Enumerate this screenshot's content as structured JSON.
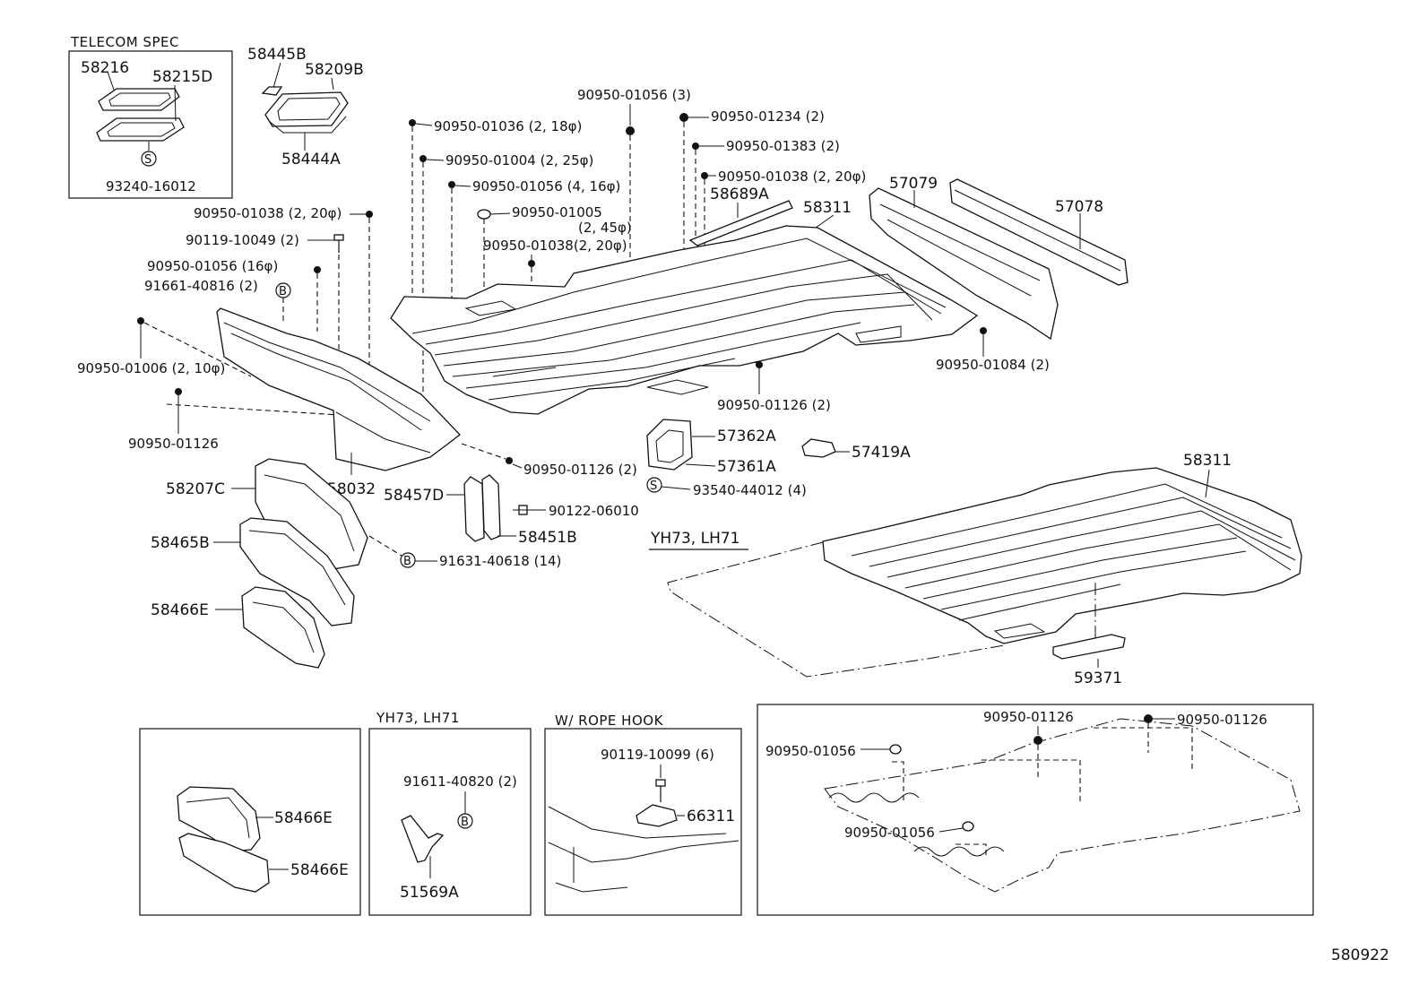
{
  "sections": {
    "telecom": "TELECOM SPEC",
    "yh73_main": "YH73, LH71",
    "yh73_box": "YH73, LH71",
    "rope_hook": "W/ ROPE HOOK"
  },
  "drawing_number": "580922",
  "telecom_parts": {
    "p58216": "58216",
    "p58215D": "58215D",
    "s_mark": "S",
    "p93240": "93240-16012"
  },
  "top_parts": {
    "p58445B": "58445B",
    "p58209B": "58209B",
    "p58444A": "58444A"
  },
  "fasteners": {
    "f01": "90950-01056 (3)",
    "f02": "90950-01036 (2, 18φ)",
    "f03": "90950-01234 (2)",
    "f04": "90950-01383 (2)",
    "f05": "90950-01004 (2, 25φ)",
    "f06": "90950-01038 (2, 20φ)",
    "f07": "90950-01056 (4, 16φ)",
    "f08": "90950-01005",
    "f08b": "(2, 45φ)",
    "f09": "90950-01038(2, 20φ)",
    "f10": "90950-01038 (2, 20φ)",
    "f11": "90119-10049 (2)",
    "f12": "90950-01056 (16φ)",
    "f13": "91661-40816 (2)",
    "f14": "90950-01006 (2, 10φ)",
    "f15": "90950-01126",
    "f16": "90950-01126 (2)",
    "f17": "90950-01084 (2)",
    "f18": "90950-01126 (2)",
    "f19": "93540-44012 (4)",
    "f20": "90122-06010",
    "f21": "91631-40618 (14)"
  },
  "parts": {
    "p58689A": "58689A",
    "p58311a": "58311",
    "p57079": "57079",
    "p57078": "57078",
    "p58032": "58032",
    "p58207C": "58207C",
    "p58465B": "58465B",
    "p58466E": "58466E",
    "p58457D": "58457D",
    "p58451B": "58451B",
    "p57362A": "57362A",
    "p57361A": "57361A",
    "p57419A": "57419A",
    "p58311b": "58311",
    "p59371": "59371",
    "b_mark": "B"
  },
  "box1": {
    "a": "58466E",
    "b": "58466E"
  },
  "box2": {
    "bolt": "91611-40820 (2)",
    "part": "51569A",
    "b_mark": "B"
  },
  "box3": {
    "bolt": "90119-10099 (6)",
    "part": "66311"
  },
  "box4": {
    "a": "90950-01126",
    "b": "90950-01126",
    "c": "90950-01056",
    "d": "90950-01056"
  }
}
